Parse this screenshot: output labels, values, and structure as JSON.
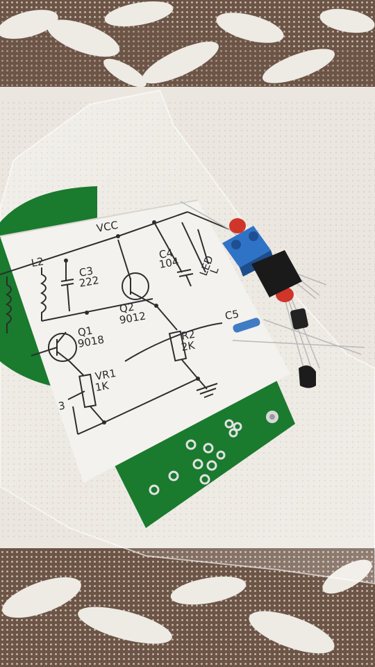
{
  "schematic": {
    "vcc": "VCC",
    "l2": "L2",
    "c3_name": "C3",
    "c3_value": "222",
    "c4_name": "C4",
    "c4_value": "104",
    "q1_name": "Q1",
    "q1_value": "9018",
    "q2_name": "Q2",
    "q2_value": "9012",
    "r2_name": "R2",
    "r2_value": "2K",
    "vr1_name": "VR1",
    "vr1_value": "1K",
    "c5_name": "C5",
    "num3": "3",
    "led_partial": "LED",
    "l_partial": "L"
  },
  "colors": {
    "lace": "#ece8e1",
    "brown": "#6e5548",
    "pcb": "#1a7a2e",
    "paper": "#f4f2ee",
    "terminal_blue": "#2f73c7",
    "cap_red": "#d0352a"
  }
}
